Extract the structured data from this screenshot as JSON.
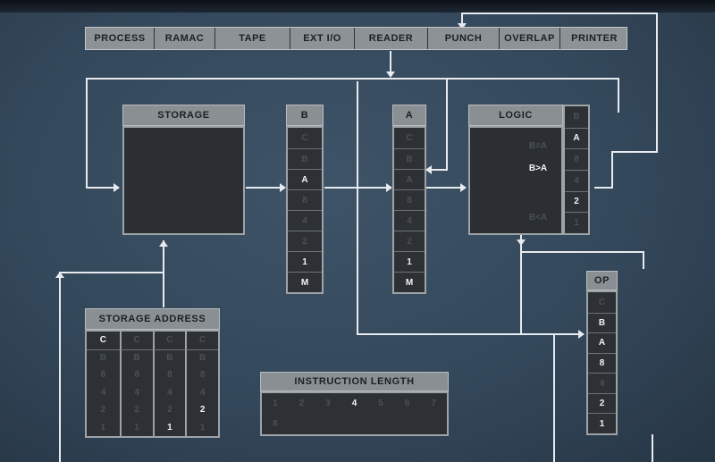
{
  "panel": {
    "top_buttons": [
      "PROCESS",
      "RAMAC",
      "TAPE",
      "EXT I/O",
      "READER",
      "PUNCH",
      "OVERLAP",
      "PRINTER"
    ]
  },
  "storage": {
    "label": "STORAGE"
  },
  "b_register": {
    "label": "B",
    "cells": [
      "C",
      "B",
      "A",
      "8",
      "4",
      "2",
      "1",
      "M"
    ],
    "lit": [
      false,
      false,
      true,
      false,
      false,
      false,
      true,
      true
    ]
  },
  "a_register": {
    "label": "A",
    "cells": [
      "C",
      "B",
      "A",
      "8",
      "4",
      "2",
      "1",
      "M"
    ],
    "lit": [
      false,
      false,
      false,
      false,
      false,
      false,
      true,
      true
    ]
  },
  "logic": {
    "label": "LOGIC",
    "lines": [
      "B=A",
      "B>A",
      "B<A"
    ],
    "lines_lit": [
      false,
      true,
      false
    ],
    "bits": [
      "B",
      "A",
      "8",
      "4",
      "2",
      "1"
    ],
    "bits_lit": [
      false,
      true,
      false,
      false,
      true,
      false
    ]
  },
  "storage_address": {
    "label": "STORAGE ADDRESS",
    "columns": [
      {
        "cells": [
          "C",
          "B",
          "8",
          "4",
          "2",
          "1"
        ],
        "lit": [
          true,
          false,
          false,
          false,
          false,
          false
        ]
      },
      {
        "cells": [
          "C",
          "B",
          "8",
          "4",
          "2",
          "1"
        ],
        "lit": [
          false,
          false,
          false,
          false,
          false,
          false
        ]
      },
      {
        "cells": [
          "C",
          "B",
          "8",
          "4",
          "2",
          "1"
        ],
        "lit": [
          false,
          false,
          false,
          false,
          false,
          true
        ]
      },
      {
        "cells": [
          "C",
          "B",
          "8",
          "4",
          "2",
          "1"
        ],
        "lit": [
          false,
          false,
          false,
          false,
          true,
          false
        ]
      }
    ]
  },
  "instruction_length": {
    "label": "INSTRUCTION LENGTH",
    "row1": [
      "1",
      "2",
      "3",
      "4",
      "5",
      "6",
      "7"
    ],
    "row1_lit": [
      false,
      false,
      false,
      true,
      false,
      false,
      false
    ],
    "row2": [
      "8",
      "",
      "",
      "",
      "",
      "",
      ""
    ]
  },
  "op_register": {
    "label": "OP",
    "cells": [
      "C",
      "B",
      "A",
      "8",
      "4",
      "2",
      "1"
    ],
    "lit": [
      false,
      true,
      true,
      true,
      false,
      true,
      true
    ]
  }
}
